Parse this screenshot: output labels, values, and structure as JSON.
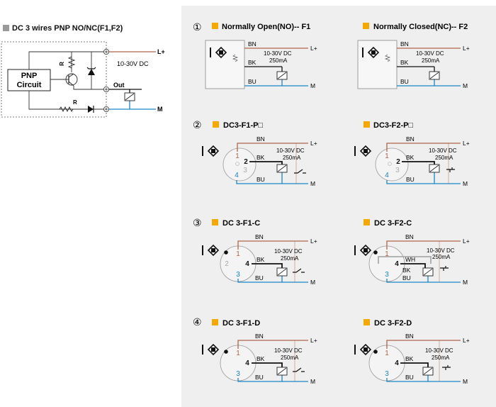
{
  "left": {
    "title": "DC 3 wires PNP NO/NC(F1,F2)",
    "circuit_label_1": "PNP",
    "circuit_label_2": "Circuit",
    "r_label": "R",
    "r_label_bottom": "R",
    "out_label": "Out",
    "lplus": "L+",
    "m": "M",
    "voltage": "10-30V DC"
  },
  "sections": [
    {
      "num": "①",
      "left_title": "Normally Open(NO)-- F1",
      "right_title": "Normally Closed(NC)-- F2"
    },
    {
      "num": "②",
      "left_title": "DC3-F1-P□",
      "right_title": "DC3-F2-P□"
    },
    {
      "num": "③",
      "left_title": "DC 3-F1-C",
      "right_title": "DC 3-F2-C"
    },
    {
      "num": "④",
      "left_title": "DC 3-F1-D",
      "right_title": "DC 3-F2-D"
    }
  ],
  "wires": {
    "bn": "BN",
    "bk": "BK",
    "bu": "BU",
    "wh": "WH",
    "lplus": "L+",
    "m": "M"
  },
  "supply": {
    "voltage": "10-30V DC",
    "current": "250mA"
  },
  "pins": {
    "p1": "1",
    "p2": "2",
    "p3": "3",
    "p4": "4"
  },
  "colors": {
    "brown": "#b0654a",
    "black": "#111111",
    "blue": "#1a86c6",
    "orange": "#f5a800",
    "gray": "#9a9a9a",
    "panel": "#efefef"
  }
}
